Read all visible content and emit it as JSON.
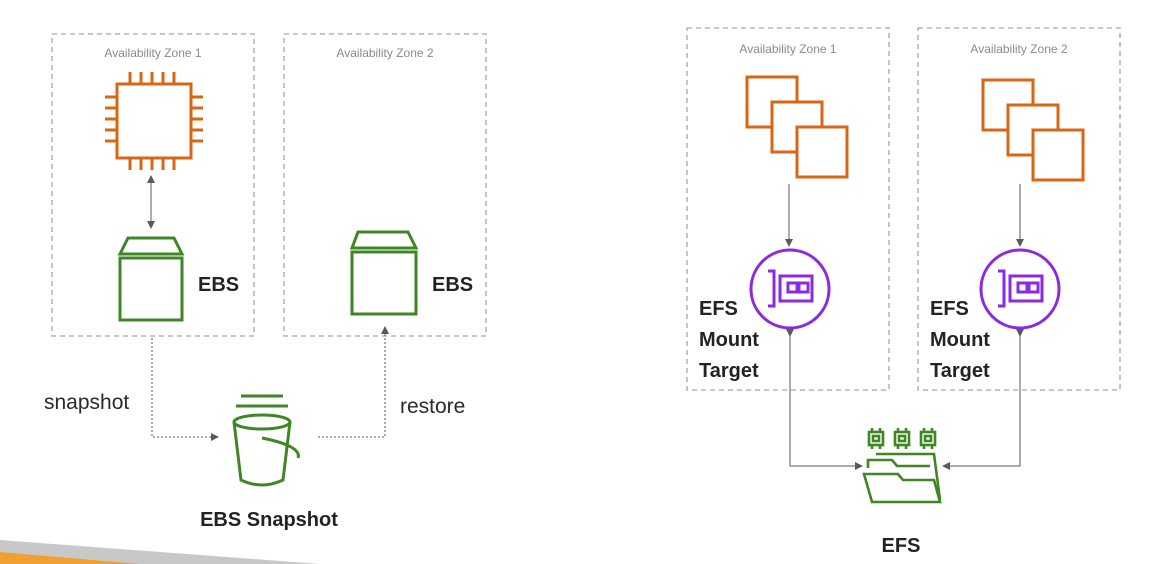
{
  "colors": {
    "compute": "#d86613",
    "storage": "#3f8624",
    "efs_target": "#8a2be2",
    "zone_border": "#a6a6a6",
    "arrow": "#5a5a5a",
    "accent_orange": "#f0a030",
    "accent_gray": "#c8c8c8"
  },
  "left_diagram": {
    "zone1_label": "Availability Zone 1",
    "zone2_label": "Availability Zone 2",
    "ebs_label_1": "EBS",
    "ebs_label_2": "EBS",
    "snapshot_edge_label": "snapshot",
    "restore_edge_label": "restore",
    "bucket_label": "EBS Snapshot"
  },
  "right_diagram": {
    "zone1_label": "Availability Zone 1",
    "zone2_label": "Availability Zone 2",
    "mount_target_1": [
      "EFS",
      "Mount",
      "Target"
    ],
    "mount_target_2": [
      "EFS",
      "Mount",
      "Target"
    ],
    "efs_label": "EFS"
  }
}
